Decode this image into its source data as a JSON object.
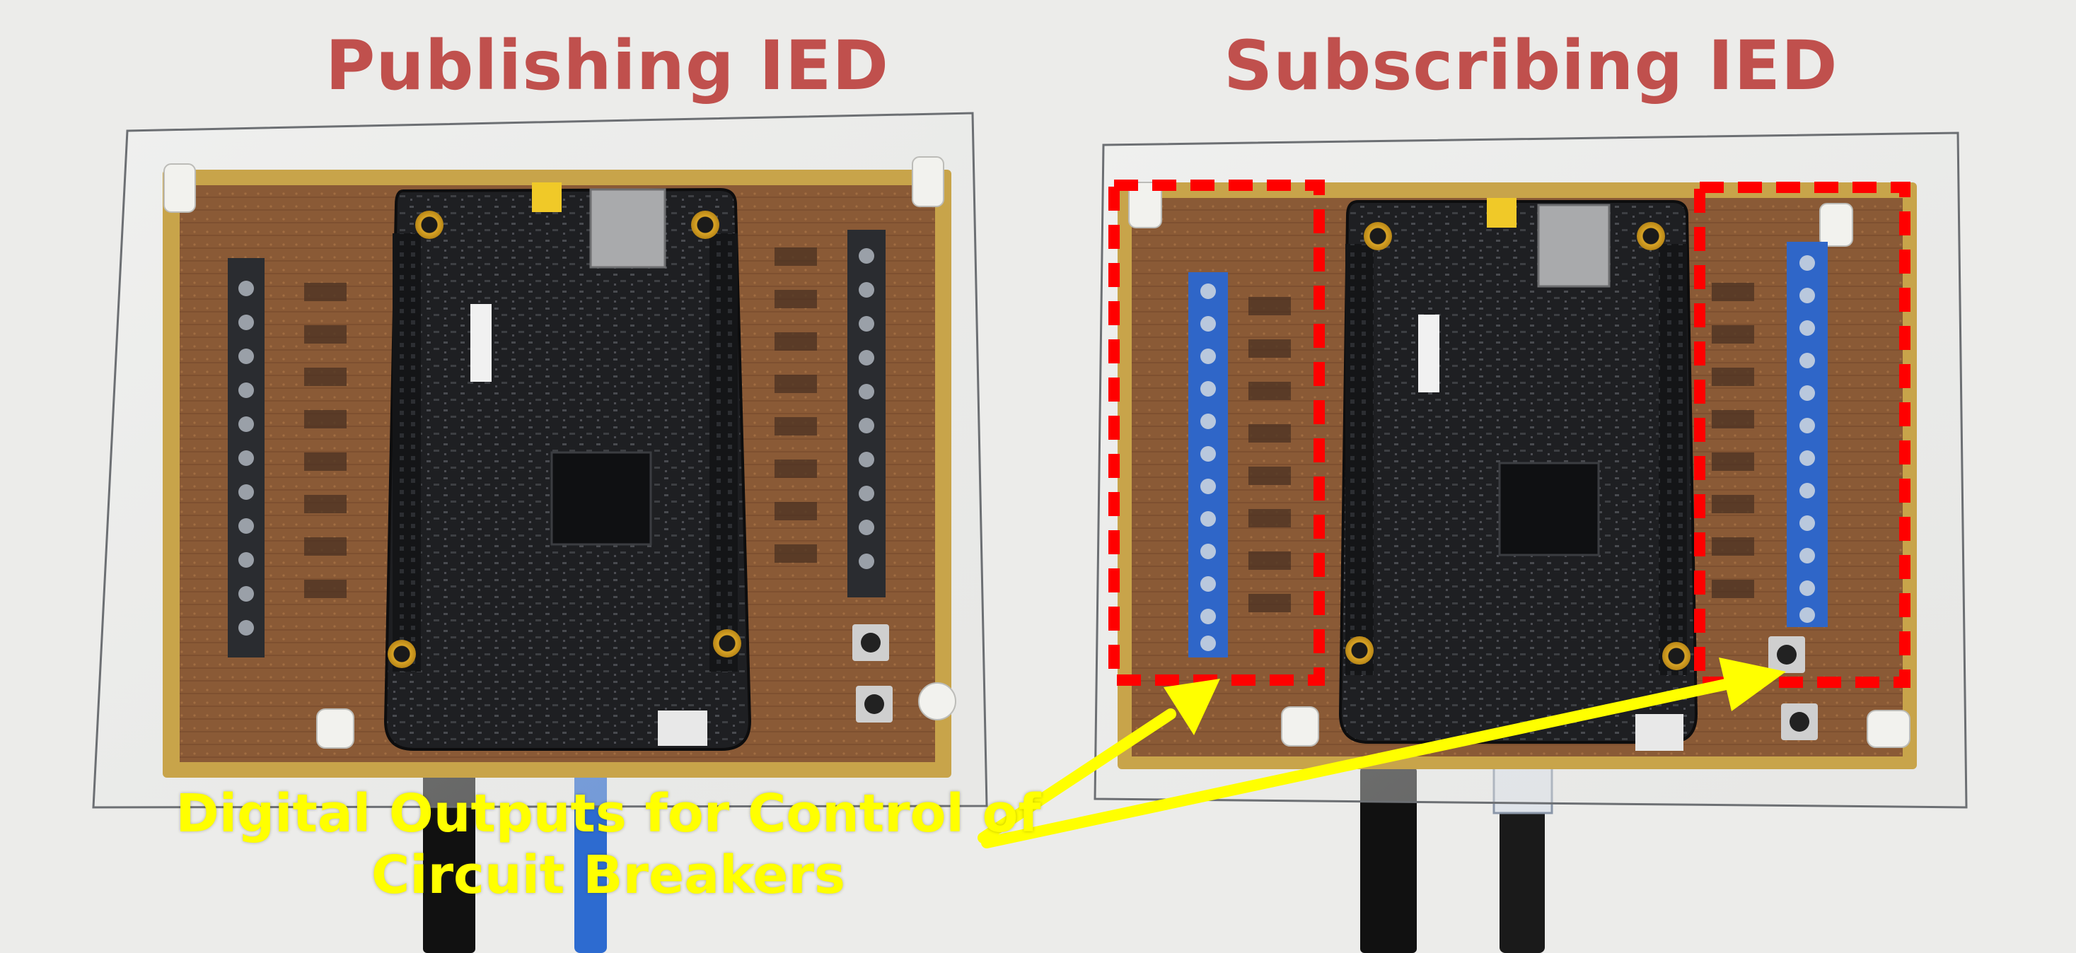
{
  "titles": {
    "publishing": "Publishing IED",
    "subscribing": "Subscribing IED"
  },
  "annotation": {
    "line1": "Digital Outputs for Control of",
    "line2": "Circuit Breakers"
  },
  "colors": {
    "title": "#c0504d",
    "annotation": "#ffff00",
    "highlight_box": "#ff0000",
    "arrow": "#ffff00",
    "pcb": "#8a5a36",
    "board": "#1e1f22",
    "terminal_black": "#2a2c30",
    "terminal_blue": "#2f66c8"
  }
}
